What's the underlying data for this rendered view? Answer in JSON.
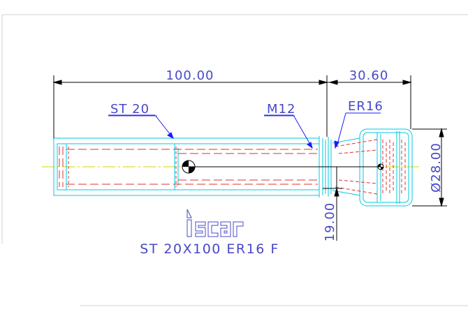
{
  "dimensions": {
    "overall_length": "100.00",
    "nut_length": "30.60",
    "nut_diameter": "Ø28.00",
    "gauge_height": "19.00"
  },
  "labels": {
    "shank": "ST 20",
    "thread": "M12",
    "collet": "ER16"
  },
  "brand": {
    "logo_text": "iscar"
  },
  "designation": "ST 20X100 ER16 F",
  "colors": {
    "outline": "#00c8e0",
    "hidden_lines": "#e03030",
    "center_line": "#d4d400",
    "dimension": "#000000",
    "text": "#4848c8",
    "leader_arrow": "#1a1aff",
    "frame": "#c8c8c8"
  }
}
